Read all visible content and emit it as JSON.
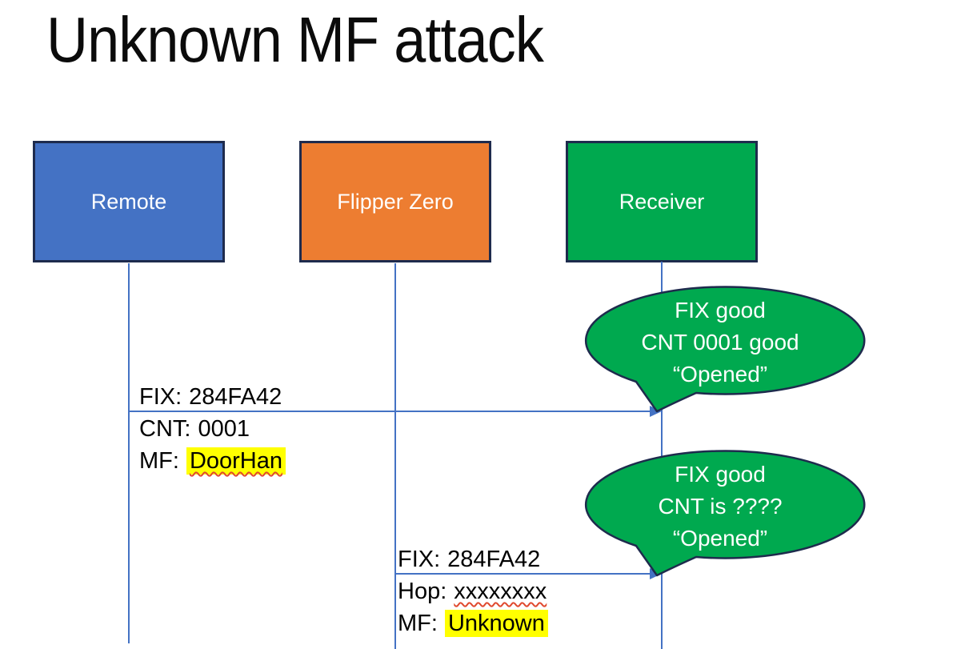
{
  "title": "Unknown MF attack",
  "actors": [
    {
      "name": "Remote",
      "fill": "#4472C4"
    },
    {
      "name": "Flipper Zero",
      "fill": "#ED7D31"
    },
    {
      "name": "Receiver",
      "fill": "#00A94F"
    }
  ],
  "messages": [
    {
      "from": "Remote",
      "to": "Receiver",
      "lines": [
        {
          "label": "FIX:",
          "value": "284FA42"
        },
        {
          "label": "CNT:",
          "value": "0001"
        },
        {
          "label": "MF:",
          "value": "DoorHan",
          "highlighted": true,
          "spellcheck_squiggle": true
        }
      ]
    },
    {
      "from": "Flipper Zero",
      "to": "Receiver",
      "lines": [
        {
          "label": "FIX:",
          "value": "284FA42"
        },
        {
          "label": "Hop:",
          "value": "xxxxxxxx",
          "spellcheck_squiggle": true
        },
        {
          "label": "MF:",
          "value": "Unknown",
          "highlighted": true
        }
      ]
    }
  ],
  "callouts": [
    {
      "speaker": "Receiver",
      "lines": [
        "FIX good",
        "CNT 0001 good",
        "“Opened”"
      ]
    },
    {
      "speaker": "Receiver",
      "lines": [
        "FIX good",
        "CNT is ????",
        "“Opened”"
      ]
    }
  ],
  "colors": {
    "actor_remote": "#4472C4",
    "actor_flipper": "#ED7D31",
    "actor_receiver": "#00A94F",
    "shape_border": "#1E2B4D",
    "connector_blue": "#4472C4",
    "callout_fill": "#00A94F",
    "highlight_yellow": "#FFFF00",
    "squiggle_red": "#E0492E",
    "bubble_text": "#FFFFFF",
    "title_text": "#000000"
  }
}
